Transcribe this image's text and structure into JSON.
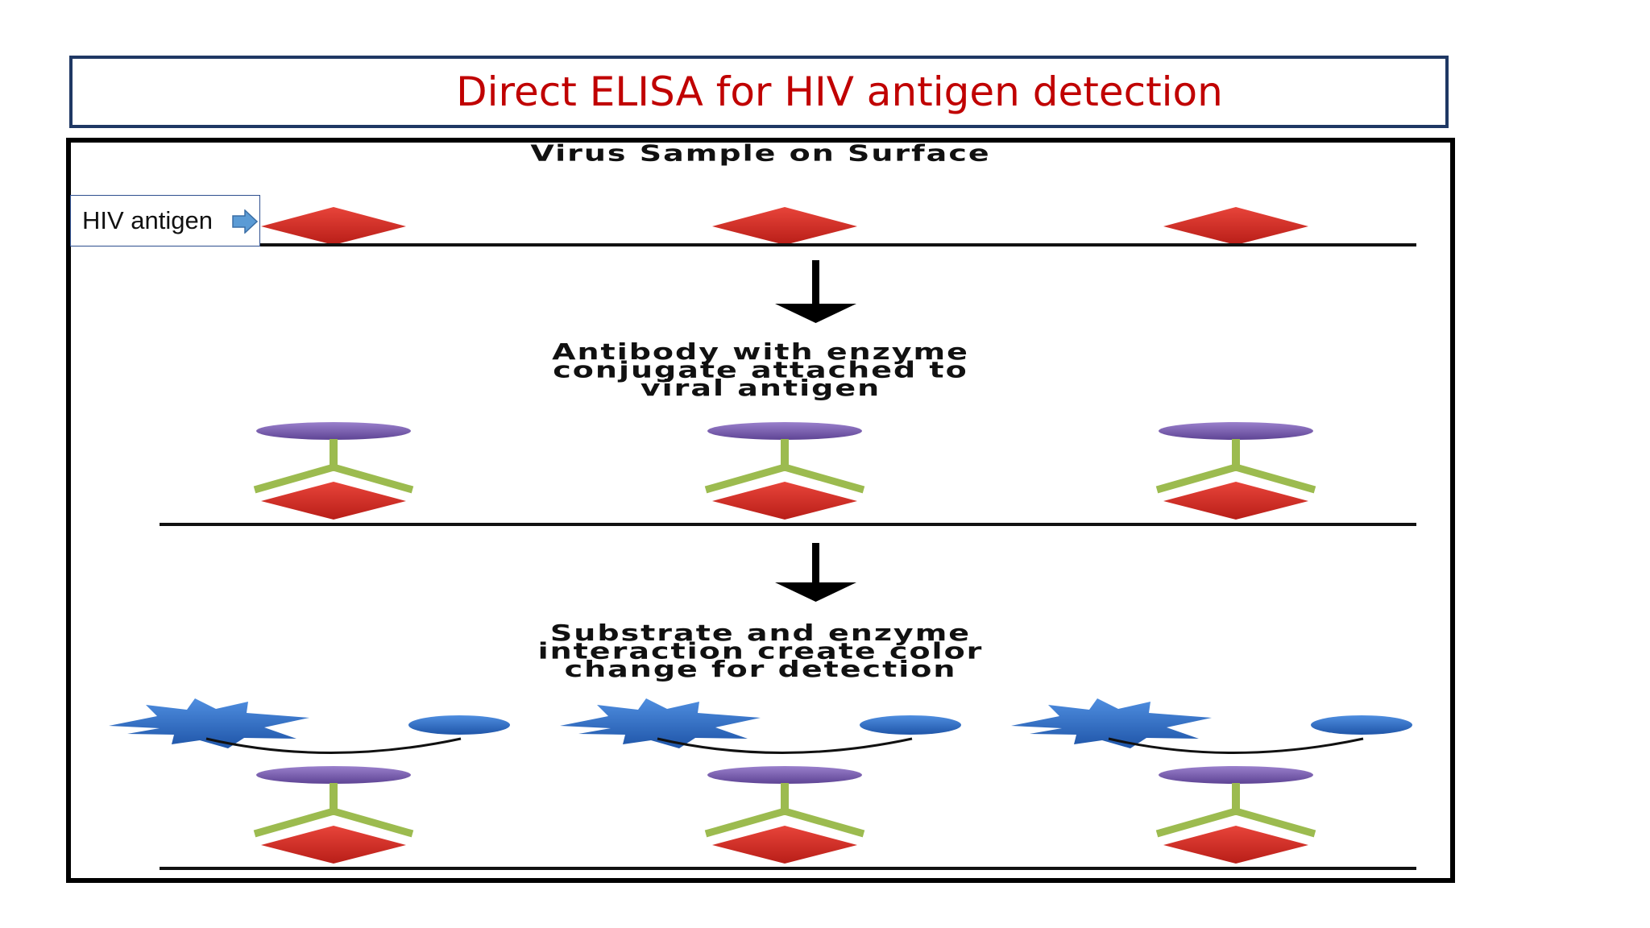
{
  "title": "Direct ELISA for HIV antigen detection",
  "callout": {
    "label": "HIV antigen",
    "arrow_icon": "right-arrow-icon"
  },
  "steps": [
    {
      "caption": "Virus Sample on  Surface"
    },
    {
      "caption_lines": [
        "Antibody with enzyme",
        "conjugate  attached to",
        "viral antigen"
      ]
    },
    {
      "caption_lines": [
        "Substrate and enzyme",
        "interaction create color",
        "change for detection"
      ]
    }
  ],
  "colors": {
    "title_text": "#c00000",
    "title_border": "#1f3864",
    "antigen": "#d42a22",
    "antibody": "#9cbb4f",
    "enzyme": "#7b5fb0",
    "substrate_star": "#2a5fa8",
    "substrate_oval": "#2e6fc4",
    "callout_arrow": "#5b9bd5"
  }
}
